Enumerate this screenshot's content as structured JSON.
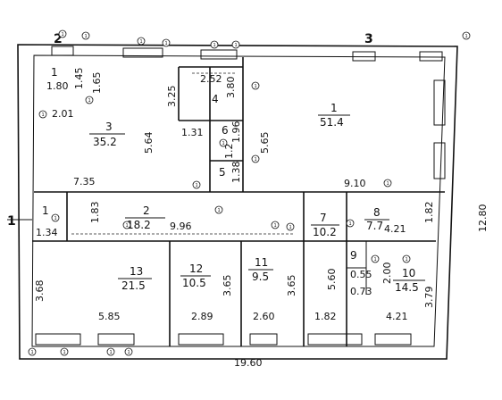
{
  "overall": {
    "width": "19.60",
    "height": "12.80"
  },
  "axes": {
    "left_top": "2",
    "top": "3",
    "left_mid": "1"
  },
  "rooms": [
    {
      "id": "room-3",
      "number": "3",
      "area": "35.2"
    },
    {
      "id": "room-1-main",
      "number": "1",
      "area": "51.4"
    },
    {
      "id": "room-4",
      "number": "4",
      "area": ""
    },
    {
      "id": "room-6",
      "number": "6",
      "area": ""
    },
    {
      "id": "room-5",
      "number": "5",
      "area": ""
    },
    {
      "id": "room-1-small",
      "number": "1",
      "area": ""
    },
    {
      "id": "room-1-corridor",
      "number": "1",
      "area": ""
    },
    {
      "id": "room-2",
      "number": "2",
      "area": "18.2"
    },
    {
      "id": "room-7",
      "number": "7",
      "area": "10.2"
    },
    {
      "id": "room-8",
      "number": "8",
      "area": "7.7"
    },
    {
      "id": "room-13",
      "number": "13",
      "area": "21.5"
    },
    {
      "id": "room-12",
      "number": "12",
      "area": "10.5"
    },
    {
      "id": "room-11",
      "number": "11",
      "area": "9.5"
    },
    {
      "id": "room-9",
      "number": "9",
      "area": ""
    },
    {
      "id": "room-10",
      "number": "10",
      "area": "14.5"
    }
  ],
  "dimensions": [
    "1.80",
    "1.45",
    "1.65",
    "2.01",
    "3.25",
    "2.52",
    "3.80",
    "1.31",
    "1.96",
    "1.2",
    "1.38",
    "5.64",
    "5.65",
    "7.35",
    "9.10",
    "1.34",
    "1.83",
    "9.96",
    "4.21",
    "1.82",
    "3.68",
    "3.65",
    "3.65",
    "5.60",
    "0.55",
    "0.73",
    "2.00",
    "3.79",
    "5.85",
    "2.89",
    "2.60",
    "1.82",
    "4.21"
  ],
  "markers": [
    "1",
    "1",
    "1",
    "1",
    "1",
    "1",
    "1",
    "1",
    "1",
    "1",
    "1",
    "1",
    "1",
    "1",
    "1",
    "1",
    "1",
    "1",
    "1",
    "1",
    "1",
    "1",
    "1",
    "1",
    "1",
    "1"
  ]
}
